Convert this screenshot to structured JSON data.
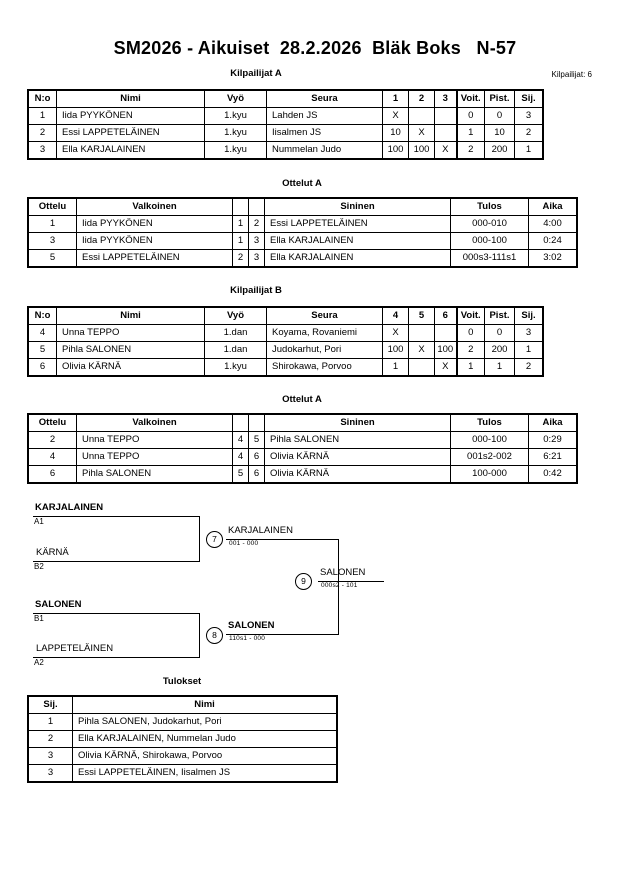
{
  "header": {
    "title": "SM2026 - Aikuiset  28.2.2026  Bläk Boks   N-57",
    "entrants_label": "Kilpailijat: 6"
  },
  "pool_a": {
    "caption": "Kilpailijat A",
    "columns": [
      "N:o",
      "Nimi",
      "Vyö",
      "Seura",
      "1",
      "2",
      "3",
      "Voit.",
      "Pist.",
      "Sij."
    ],
    "rows": [
      {
        "no": "1",
        "name": "Iida PYYKÖNEN",
        "belt": "1.kyu",
        "club": "Lahden JS",
        "m1": "X",
        "m2": "",
        "m3": "",
        "wins": "0",
        "points": "0",
        "rank": "3"
      },
      {
        "no": "2",
        "name": "Essi LAPPETELÄINEN",
        "belt": "1.kyu",
        "club": "Iisalmen JS",
        "m1": "10",
        "m2": "X",
        "m3": "",
        "wins": "1",
        "points": "10",
        "rank": "2"
      },
      {
        "no": "3",
        "name": "Ella KARJALAINEN",
        "belt": "1.kyu",
        "club": "Nummelan Judo",
        "m1": "100",
        "m2": "100",
        "m3": "X",
        "wins": "2",
        "points": "200",
        "rank": "1"
      }
    ]
  },
  "matches_a": {
    "caption": "Ottelut A",
    "columns": [
      "Ottelu",
      "Valkoinen",
      "",
      "",
      "Sininen",
      "Tulos",
      "Aika"
    ],
    "rows": [
      {
        "match": "1",
        "white": "Iida PYYKÖNEN",
        "white_no": "1",
        "blue_no": "2",
        "blue": "Essi LAPPETELÄINEN",
        "result": "000-010",
        "time": "4:00",
        "winner": "blue"
      },
      {
        "match": "3",
        "white": "Iida PYYKÖNEN",
        "white_no": "1",
        "blue_no": "3",
        "blue": "Ella KARJALAINEN",
        "result": "000-100",
        "time": "0:24",
        "winner": "blue"
      },
      {
        "match": "5",
        "white": "Essi LAPPETELÄINEN",
        "white_no": "2",
        "blue_no": "3",
        "blue": "Ella KARJALAINEN",
        "result": "000s3-111s1",
        "time": "3:02",
        "winner": "blue"
      }
    ]
  },
  "pool_b": {
    "caption": "Kilpailijat B",
    "columns": [
      "N:o",
      "Nimi",
      "Vyö",
      "Seura",
      "4",
      "5",
      "6",
      "Voit.",
      "Pist.",
      "Sij."
    ],
    "rows": [
      {
        "no": "4",
        "name": "Unna TEPPO",
        "belt": "1.dan",
        "club": "Koyama, Rovaniemi",
        "m1": "X",
        "m2": "",
        "m3": "",
        "wins": "0",
        "points": "0",
        "rank": "3"
      },
      {
        "no": "5",
        "name": "Pihla SALONEN",
        "belt": "1.dan",
        "club": "Judokarhut, Pori",
        "m1": "100",
        "m2": "X",
        "m3": "100",
        "wins": "2",
        "points": "200",
        "rank": "1"
      },
      {
        "no": "6",
        "name": "Olivia KÄRNÄ",
        "belt": "1.kyu",
        "club": "Shirokawa, Porvoo",
        "m1": "1",
        "m2": "",
        "m3": "X",
        "wins": "1",
        "points": "1",
        "rank": "2"
      }
    ]
  },
  "matches_b": {
    "caption": "Ottelut A",
    "columns": [
      "Ottelu",
      "Valkoinen",
      "",
      "",
      "Sininen",
      "Tulos",
      "Aika"
    ],
    "rows": [
      {
        "match": "2",
        "white": "Unna TEPPO",
        "white_no": "4",
        "blue_no": "5",
        "blue": "Pihla SALONEN",
        "result": "000-100",
        "time": "0:29",
        "winner": "blue"
      },
      {
        "match": "4",
        "white": "Unna TEPPO",
        "white_no": "4",
        "blue_no": "6",
        "blue": "Olivia KÄRNÄ",
        "result": "001s2-002",
        "time": "6:21",
        "winner": "blue"
      },
      {
        "match": "6",
        "white": "Pihla SALONEN",
        "white_no": "5",
        "blue_no": "6",
        "blue": "Olivia KÄRNÄ",
        "result": "100-000",
        "time": "0:42",
        "winner": "white"
      }
    ]
  },
  "bracket": {
    "entries": [
      {
        "name": "KARJALAINEN",
        "seed": "A1",
        "seeded": true
      },
      {
        "name": "KÄRNÄ",
        "seed": "B2",
        "seeded": false
      },
      {
        "name": "SALONEN",
        "seed": "B1",
        "seeded": true
      },
      {
        "name": "LAPPETELÄINEN",
        "seed": "A2",
        "seeded": false
      }
    ],
    "nodes": [
      {
        "number": "7",
        "winner": "KARJALAINEN",
        "score": "001 - 000",
        "strong": false
      },
      {
        "number": "8",
        "winner": "SALONEN",
        "score": "110s1 - 000",
        "strong": true
      },
      {
        "number": "9",
        "winner": "SALONEN",
        "score": "000s2 - 101",
        "strong": false
      }
    ]
  },
  "results": {
    "caption": "Tulokset",
    "columns": [
      "Sij.",
      "Nimi"
    ],
    "rows": [
      {
        "rank": "1",
        "name": "Pihla SALONEN, Judokarhut, Pori"
      },
      {
        "rank": "2",
        "name": "Ella KARJALAINEN, Nummelan Judo"
      },
      {
        "rank": "3",
        "name": "Olivia KÄRNÄ, Shirokawa, Porvoo"
      },
      {
        "rank": "3",
        "name": "Essi LAPPETELÄINEN, Iisalmen JS"
      }
    ]
  }
}
